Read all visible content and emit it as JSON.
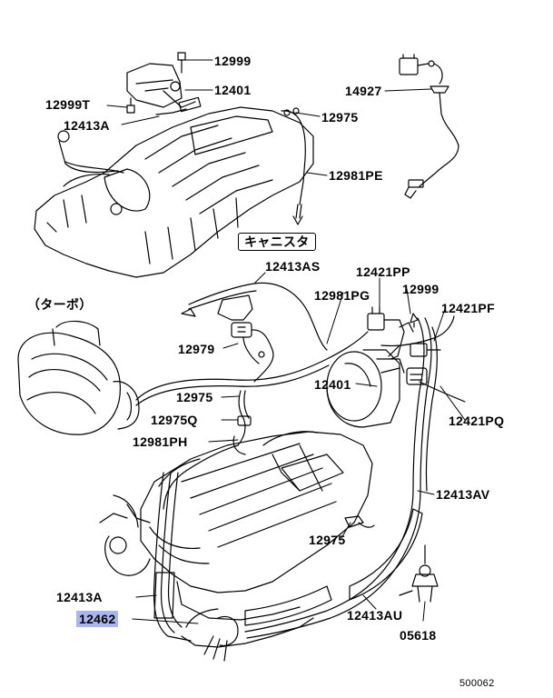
{
  "labels": {
    "p12999_top": "12999",
    "p12401_top": "12401",
    "p12999T": "12999T",
    "p12413A_top": "12413A",
    "p14927": "14927",
    "p12975_top": "12975",
    "p12981PE": "12981PE",
    "canister": "キャニスタ",
    "turbo": "（ターボ）",
    "p12413AS": "12413AS",
    "p12421PP": "12421PP",
    "p12981PG": "12981PG",
    "p12999_mid": "12999",
    "p12421PF": "12421PF",
    "p12979": "12979",
    "p12401_mid": "12401",
    "p12975_mid": "12975",
    "p12421PQ": "12421PQ",
    "p12975Q": "12975Q",
    "p12981PH": "12981PH",
    "p12413AV": "12413AV",
    "p12975_low": "12975",
    "p12413A_low": "12413A",
    "p12413AU": "12413AU",
    "p12462": "12462",
    "p05618": "05618",
    "diagram_no": "500062"
  },
  "colors": {
    "highlight": "#a9b6f0",
    "ink": "#000000"
  }
}
